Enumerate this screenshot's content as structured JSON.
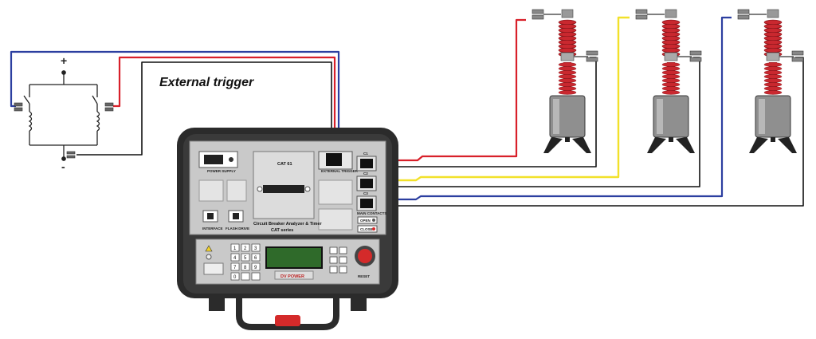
{
  "annotation": {
    "external_trigger": "External trigger",
    "plus": "+",
    "minus": "-"
  },
  "device": {
    "model_display": "CAT 61",
    "title_line1": "Circuit Breaker Analyzer & Timer",
    "title_line2": "CAT series",
    "labels": {
      "power_supply": "POWER SUPPLY",
      "external_trigger": "EXTERNAL TRIGGER",
      "interface": "INTERFACE",
      "flash_drive": "FLASH DRIVE",
      "main_contacts": "MAIN CONTACTS",
      "open": "OPEN",
      "close": "CLOSE",
      "reset": "RESET",
      "c1": "C1",
      "c2": "C2",
      "c3": "C3",
      "brand": "DV POWER"
    },
    "keypad": [
      "1",
      "2",
      "3",
      "4",
      "5",
      "6",
      "7",
      "8",
      "9",
      "0",
      "",
      ""
    ]
  },
  "colors": {
    "wire_blue": "#2c3fa0",
    "wire_red": "#d8202a",
    "wire_yellow": "#f2e12a",
    "wire_black": "#111111",
    "insulator_red": "#c9282f",
    "device_body": "#2b2b2b",
    "panel_gray": "#c9c9c9",
    "reset_red": "#d42a2a",
    "lcd_green": "#2f6a2a"
  },
  "icons": [
    "battery-plus-icon",
    "battery-minus-icon",
    "coil-icon",
    "switch-icon",
    "crocodile-clip-icon",
    "insulator-icon",
    "printer-icon",
    "usb-icon",
    "warning-icon"
  ]
}
